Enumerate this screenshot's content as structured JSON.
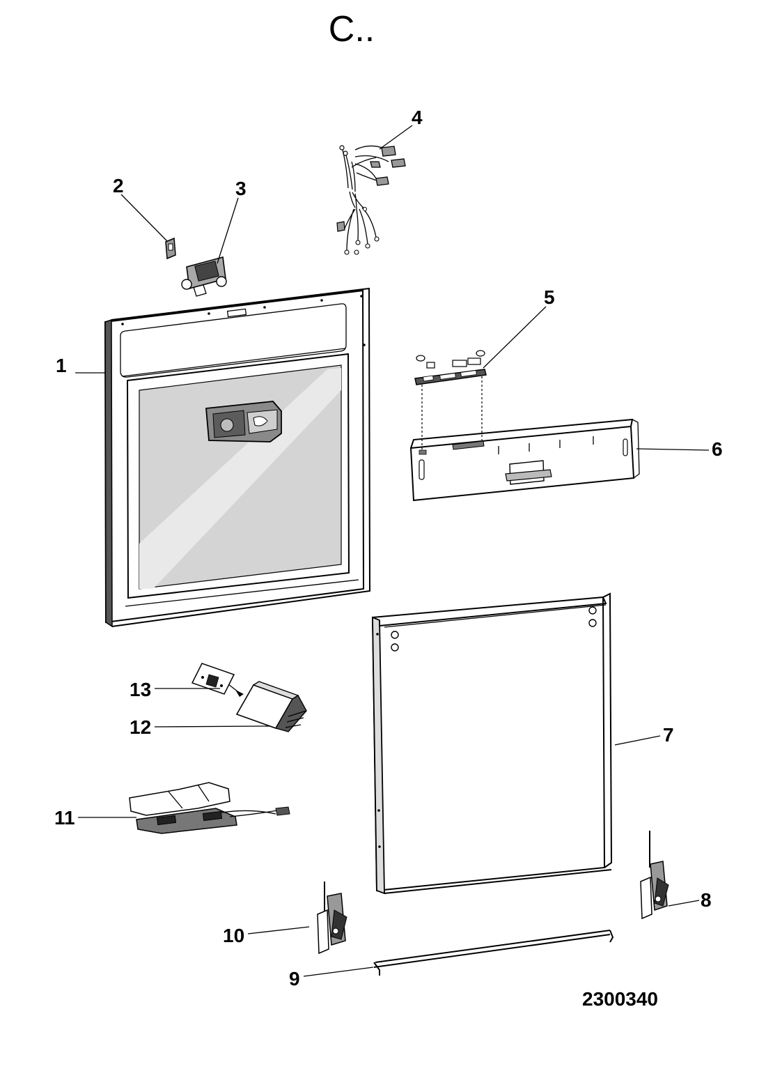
{
  "header": {
    "title": "C.."
  },
  "footer": {
    "drawing_number": "2300340"
  },
  "callouts": {
    "c1": "1",
    "c2": "2",
    "c3": "3",
    "c4": "4",
    "c5": "5",
    "c6": "6",
    "c7": "7",
    "c8": "8",
    "c9": "9",
    "c10": "10",
    "c11": "11",
    "c12": "12",
    "c13": "13"
  }
}
